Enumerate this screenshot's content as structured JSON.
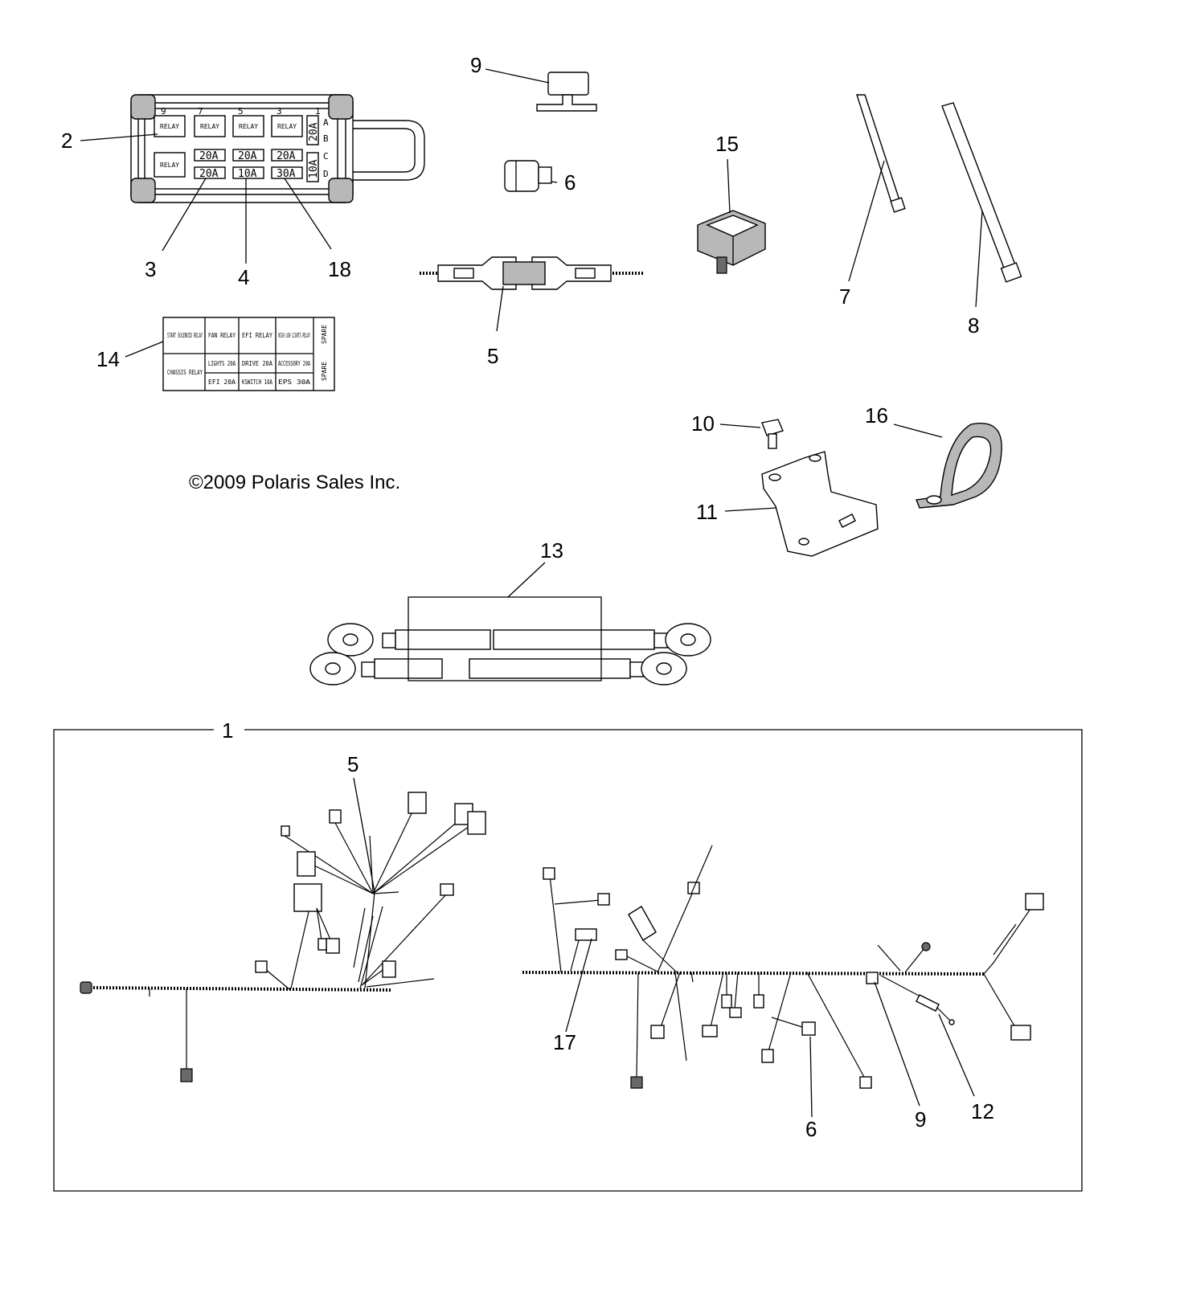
{
  "copyright": "©2009 Polaris Sales Inc.",
  "callouts": {
    "c1": "1",
    "c2": "2",
    "c3": "3",
    "c4": "4",
    "c5_top": "5",
    "c5_harness": "5",
    "c6_top": "6",
    "c6_harness": "6",
    "c7": "7",
    "c8": "8",
    "c9_top": "9",
    "c9_harness": "9",
    "c10": "10",
    "c11": "11",
    "c12": "12",
    "c13": "13",
    "c14": "14",
    "c15": "15",
    "c16": "16",
    "c17": "17",
    "c18": "18"
  },
  "fuse_box": {
    "top_numbers": [
      "9",
      "7",
      "5",
      "3",
      "1"
    ],
    "row_letters": [
      "A",
      "B",
      "C",
      "D"
    ],
    "relay_label": "RELAY",
    "fuse_row_1": [
      "20A",
      "20A",
      "20A"
    ],
    "fuse_row_2": [
      "20A",
      "10A",
      "30A"
    ],
    "side_fuses": [
      "20A",
      "10A"
    ]
  },
  "fuse_label": {
    "cells": {
      "start": "START SOLENOID RELAY",
      "fan": "FAN RELAY",
      "efi": "EFI RELAY",
      "hi_lo": "HIGH LOW LIGHTS RELAY",
      "spare_top": "SPARE",
      "chassis": "CHASSIS RELAY",
      "lights": "LIGHTS 20A",
      "drive": "DRIVE 20A",
      "accessory": "ACCESSORY 20A",
      "efi_fuse": "EFI 20A",
      "kswitch": "KSWITCH 10A",
      "eps": "EPS 30A",
      "spare_bottom": "SPARE"
    }
  }
}
